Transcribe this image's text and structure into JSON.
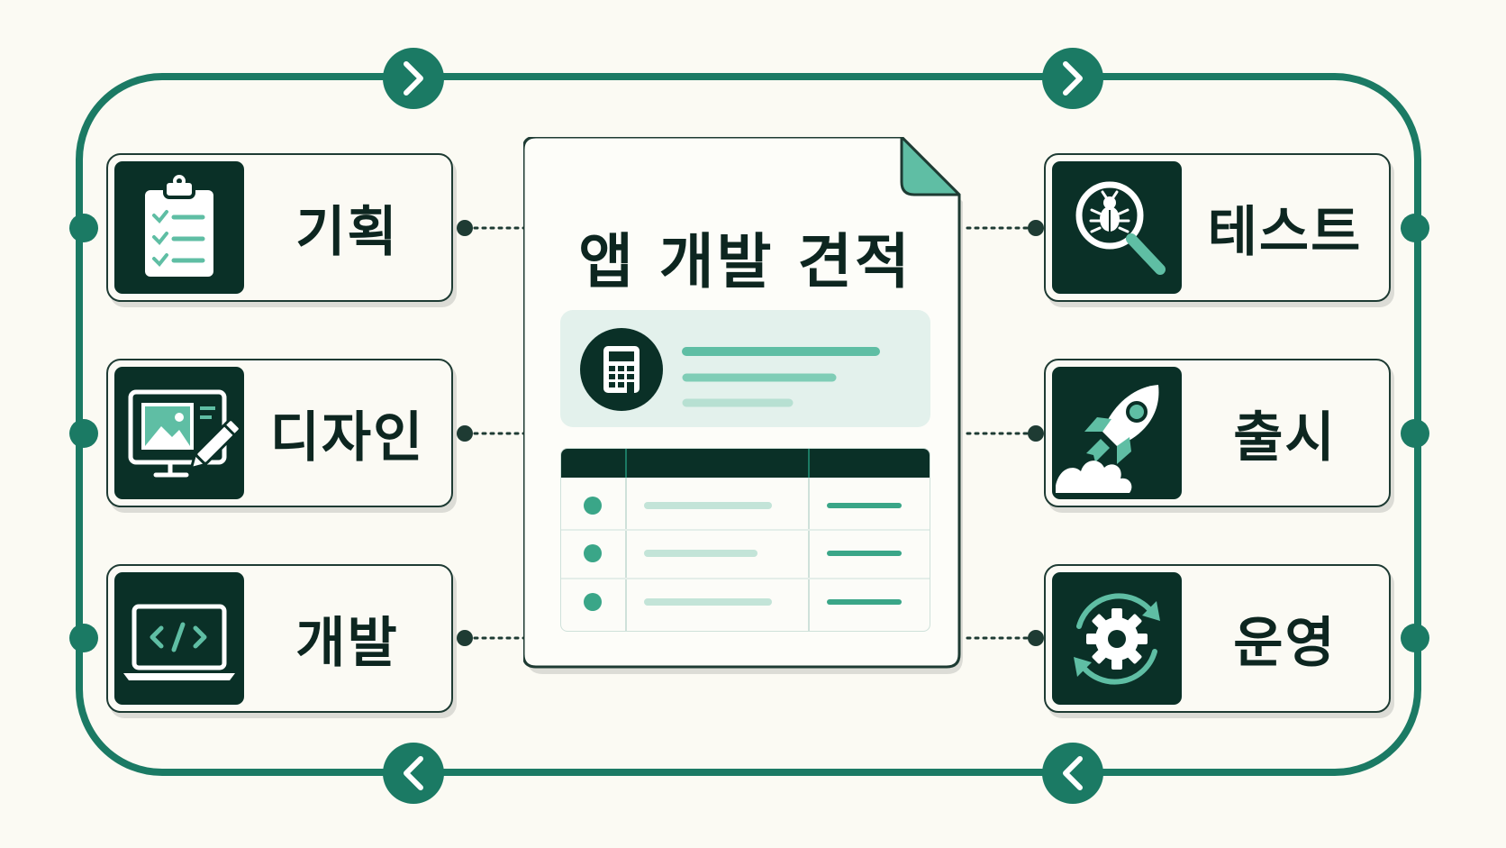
{
  "document": {
    "title": "앱 개발 견적"
  },
  "stages": {
    "left": [
      {
        "label": "기획",
        "icon": "clipboard-checklist-icon"
      },
      {
        "label": "디자인",
        "icon": "monitor-design-icon"
      },
      {
        "label": "개발",
        "icon": "laptop-code-icon"
      }
    ],
    "right": [
      {
        "label": "테스트",
        "icon": "bug-magnifier-icon"
      },
      {
        "label": "출시",
        "icon": "rocket-icon"
      },
      {
        "label": "운영",
        "icon": "gear-cycle-icon"
      }
    ]
  },
  "colors": {
    "primary": "#1b7a64",
    "dark": "#0a3027",
    "accent": "#5fbea4",
    "light": "#e3f1ec",
    "background": "#fbfaf3"
  }
}
